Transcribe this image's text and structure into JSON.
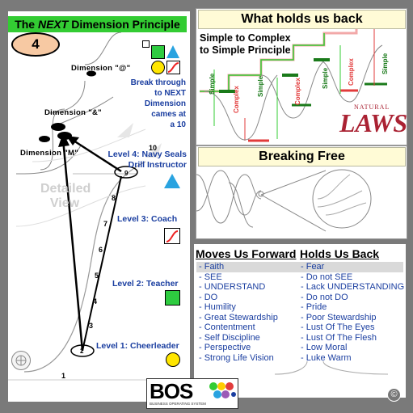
{
  "left_panel": {
    "title_pre": "The",
    "title_em": "NEXT",
    "title_post": "Dimension Principle",
    "number": "4",
    "dimensions": [
      "Dimension \"@\"",
      "Dimension \"&\"",
      "Dimension \"M\""
    ],
    "break_through": [
      "Break through",
      "to NEXT",
      "Dimension",
      "cames at",
      "a 10"
    ],
    "detailed_view": [
      "Detailed",
      "View"
    ],
    "levels": [
      {
        "label": "Level 4:  Navy Seals",
        "sub": "Drill Instructor"
      },
      {
        "label": "Level 3:  Coach"
      },
      {
        "label": "Level 2:  Teacher"
      },
      {
        "label": "Level 1:  Cheerleader"
      }
    ],
    "ticks": [
      "10",
      "9",
      "8",
      "7",
      "6",
      "5",
      "4",
      "3",
      "2",
      "1"
    ]
  },
  "top_right": {
    "title": "What holds us back",
    "subtitle_line1": "Simple to Complex",
    "subtitle_line2": "to Simple Principle",
    "step_labels": [
      "Simple",
      "Complex",
      "Simple",
      "Complex",
      "Simple",
      "Complex",
      "Simple"
    ],
    "logo_small": "NATURAL",
    "logo_big": "LAWS"
  },
  "mid_right": {
    "title": "Breaking Free"
  },
  "bottom_right": {
    "forward_head": "Moves Us Forward",
    "back_head": "Holds Us Back",
    "forward": [
      "- Faith",
      "- SEE",
      "- UNDERSTAND",
      "- DO",
      "- Humility",
      "- Great Stewardship",
      "- Contentment",
      "- Self Discipline",
      "- Perspective",
      "- Strong Life Vision"
    ],
    "back": [
      "- Fear",
      "- Do not SEE",
      "- Lack UNDERSTANDING",
      "- Do not DO",
      "- Pride",
      "- Poor Stewardship",
      "- Lust Of The Eyes",
      "- Lust Of The Flesh",
      "- Low Moral",
      "- Luke Warm"
    ]
  },
  "footer": {
    "logo": "BOS",
    "tagline": "BUSINESS OPERATING SYSTEM",
    "copyright": "©"
  },
  "colors": {
    "green": "#33cc33",
    "blue_text": "#1a3ea0",
    "peach": "#f7c9a3",
    "red": "#e23b3b",
    "cream": "#fffbd6"
  }
}
